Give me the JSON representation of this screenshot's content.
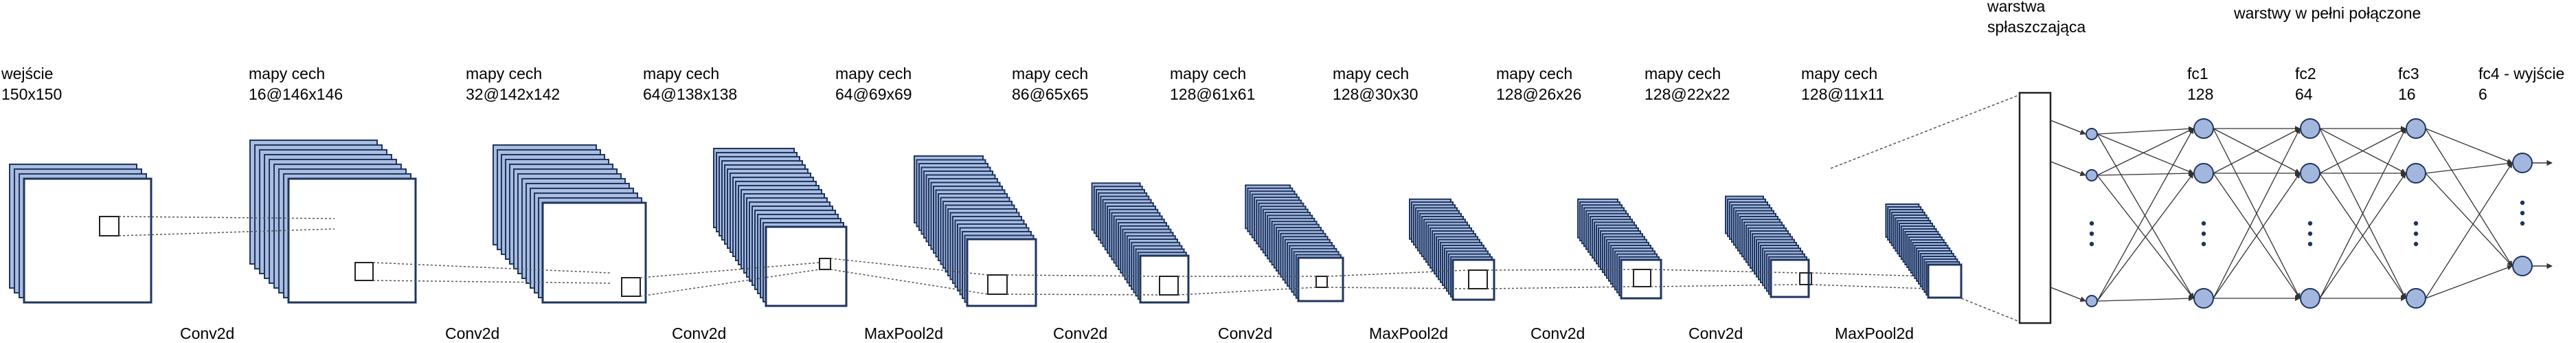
{
  "layers": [
    {
      "title": "wejście",
      "dims": "150x150"
    },
    {
      "title": "mapy cech",
      "dims": "16@146x146"
    },
    {
      "title": "mapy cech",
      "dims": "32@142x142"
    },
    {
      "title": "mapy cech",
      "dims": "64@138x138"
    },
    {
      "title": "mapy cech",
      "dims": "64@69x69"
    },
    {
      "title": "mapy cech",
      "dims": "86@65x65"
    },
    {
      "title": "mapy cech",
      "dims": "128@61x61"
    },
    {
      "title": "mapy cech",
      "dims": "128@30x30"
    },
    {
      "title": "mapy cech",
      "dims": "128@26x26"
    },
    {
      "title": "mapy cech",
      "dims": "128@22x22"
    },
    {
      "title": "mapy cech",
      "dims": "128@11x11"
    }
  ],
  "operations": [
    "Conv2d",
    "Conv2d",
    "Conv2d",
    "MaxPool2d",
    "Conv2d",
    "Conv2d",
    "MaxPool2d",
    "Conv2d",
    "Conv2d",
    "MaxPool2d"
  ],
  "flatten_label": {
    "line1": "warstwa",
    "line2": "spłaszczająca"
  },
  "fc_group_label": "warstwy w pełni połączone",
  "fc_layers": [
    {
      "name": "fc1",
      "size": "128"
    },
    {
      "name": "fc2",
      "size": "64"
    },
    {
      "name": "fc3",
      "size": "16"
    },
    {
      "name": "fc4 - wyjście",
      "size": "6"
    }
  ],
  "colors": {
    "map_fill": "#a9bde0",
    "map_stroke": "#1f3560",
    "node_fill": "#a3b7de",
    "line": "#333333"
  }
}
